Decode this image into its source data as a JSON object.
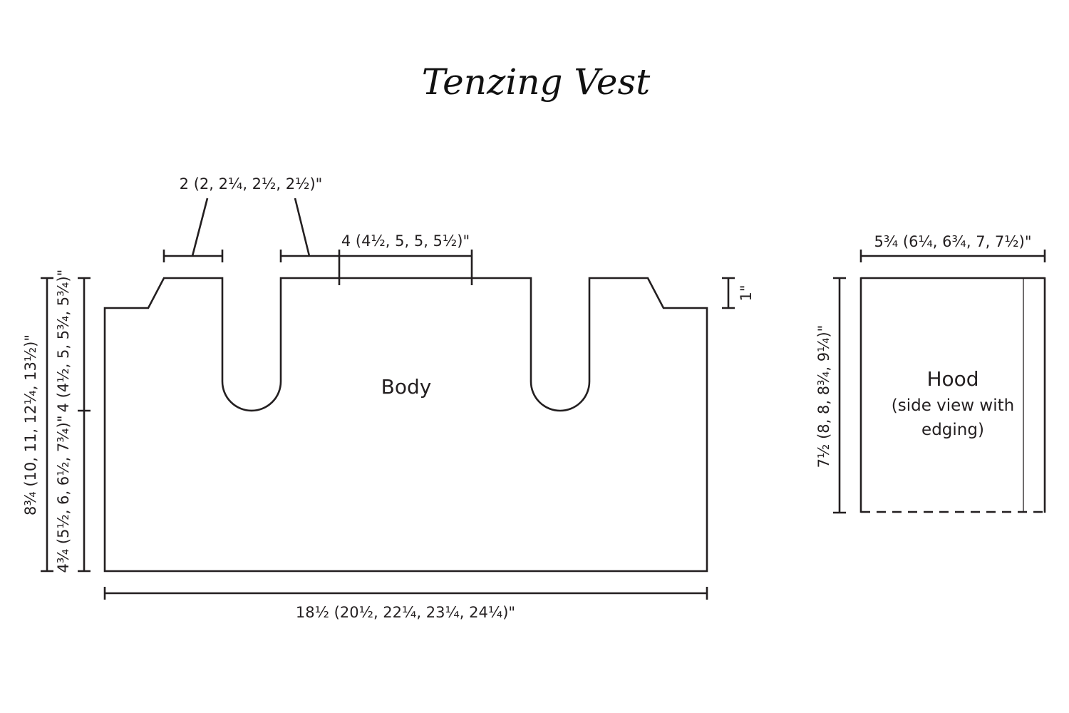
{
  "title": "Tenzing Vest",
  "body": {
    "label": "Body",
    "dims": {
      "shoulder": "2 (2, 2¼, 2½, 2½)\"",
      "back_neck": "4 (4½, 5, 5, 5½)\"",
      "shoulder_slope": "1\"",
      "width": "18½ (20½, 22¼, 23¼, 24¼)\"",
      "total_length": "8¾ (10, 11, 12¼, 13½)\"",
      "armhole_depth": "4 (4½, 5, 5¾, 5¾)\"",
      "length_to_armhole": "4¾ (5½, 6, 6½, 7¾)\""
    }
  },
  "hood": {
    "label": "Hood",
    "sub1": "(side view with",
    "sub2": "edging)",
    "dims": {
      "width": "5¾ (6¼, 6¾, 7, 7½)\"",
      "height": "7½ (8, 8, 8¾, 9¼)\""
    }
  }
}
